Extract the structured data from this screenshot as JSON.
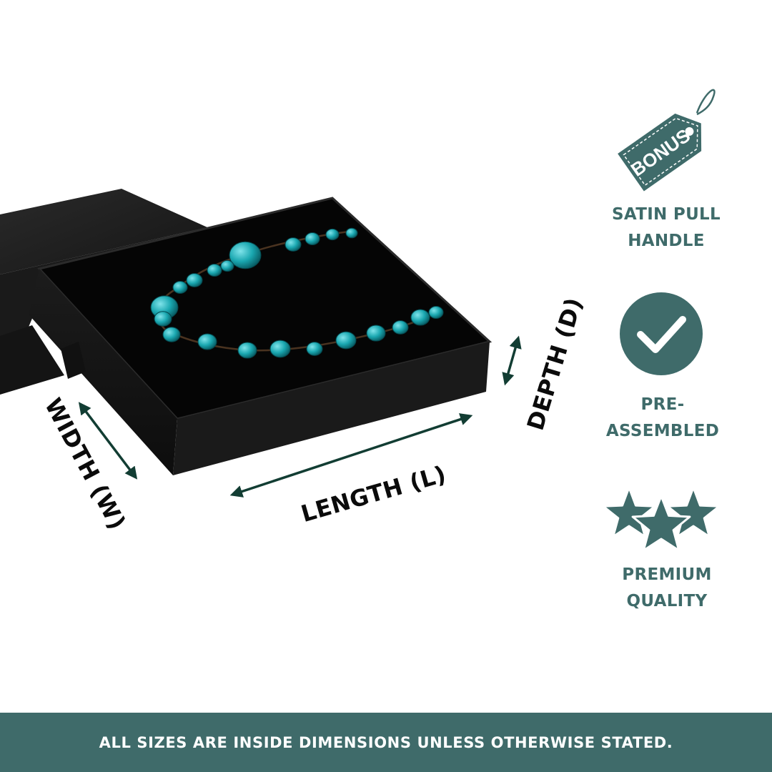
{
  "dimensions": {
    "width_label": "WIDTH (W)",
    "length_label": "LENGTH (L)",
    "depth_label": "DEPTH (D)"
  },
  "features": [
    {
      "icon": "bonus-tag-icon",
      "tag_text": "BONUS",
      "lines": [
        "SATIN PULL",
        "HANDLE"
      ]
    },
    {
      "icon": "check-circle-icon",
      "lines": [
        "PRE-",
        "ASSEMBLED"
      ]
    },
    {
      "icon": "three-stars-icon",
      "lines": [
        "PREMIUM",
        "QUALITY"
      ]
    }
  ],
  "footer": {
    "text": "ALL SIZES ARE INSIDE DIMENSIONS UNLESS OTHERWISE STATED."
  },
  "colors": {
    "accent": "#3f6b6a",
    "box": "#0e0e0e",
    "bead": "#1aa7b0",
    "arrow": "#123d33"
  }
}
